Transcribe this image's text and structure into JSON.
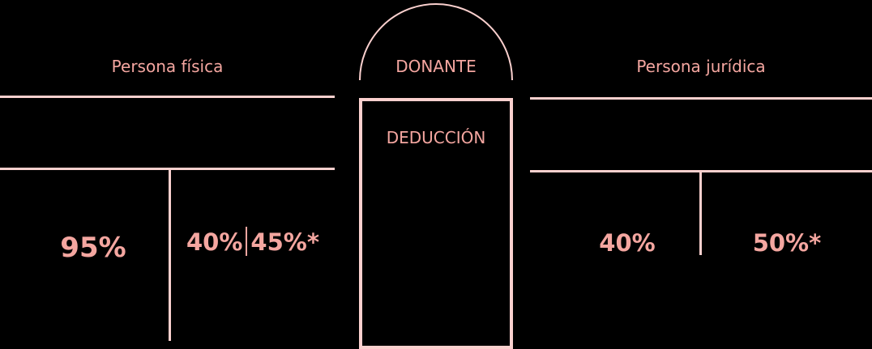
{
  "colors": {
    "text": "#F4A6A0",
    "lines": "#FAD0CE",
    "background": "#000000"
  },
  "center": {
    "top_label": "DONANTE",
    "box_label": "DEDUCCIÓN"
  },
  "left": {
    "title": "Persona física",
    "values": [
      {
        "value": "95%"
      },
      {
        "value_a": "40%",
        "value_b": "45%*"
      }
    ]
  },
  "right": {
    "title": "Persona jurídica",
    "values": [
      {
        "value": "40%"
      },
      {
        "value": "50%*"
      }
    ]
  }
}
